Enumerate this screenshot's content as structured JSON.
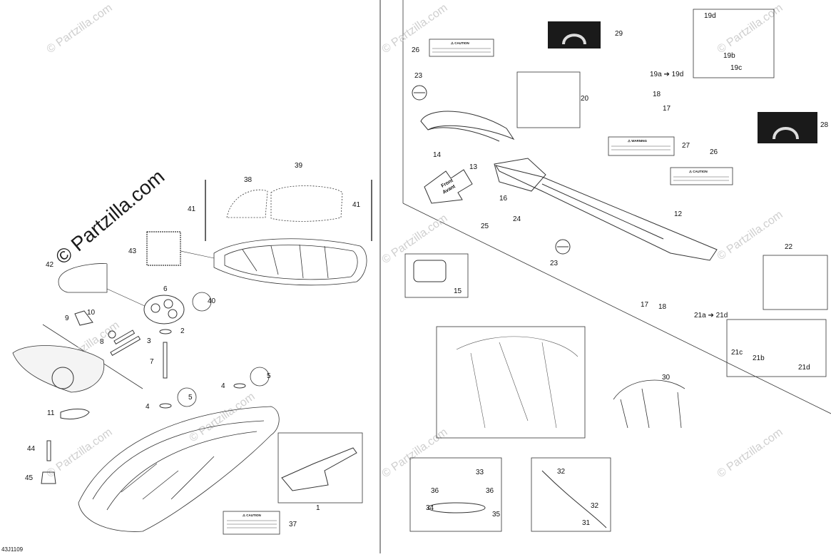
{
  "diagram": {
    "code": "43J1109",
    "watermark_main": "© Partzilla.com",
    "watermark_faint": "© Partzilla.com",
    "callouts": {
      "c1": "1",
      "c2": "2",
      "c3": "3",
      "c4a": "4",
      "c4b": "4",
      "c5a": "5",
      "c5b": "5",
      "c6": "6",
      "c7": "7",
      "c8": "8",
      "c9": "9",
      "c10": "10",
      "c11": "11",
      "c12": "12",
      "c13": "13",
      "c14": "14",
      "c15": "15",
      "c16": "16",
      "c17a": "17",
      "c17b": "17",
      "c18a": "18",
      "c18b": "18",
      "c19d": "19d",
      "c19b": "19b",
      "c19c": "19c",
      "c19range": "19a ➔ 19d",
      "c20": "20",
      "c21range": "21a ➔ 21d",
      "c21c": "21c",
      "c21b": "21b",
      "c21d": "21d",
      "c22": "22",
      "c23a": "23",
      "c23b": "23",
      "c24": "24",
      "c25": "25",
      "c26a": "26",
      "c26b": "26",
      "c27": "27",
      "c28": "28",
      "c29": "29",
      "c30": "30",
      "c31": "31",
      "c32a": "32",
      "c32b": "32",
      "c33": "33",
      "c34": "34",
      "c35": "35",
      "c36a": "36",
      "c36b": "36",
      "c37": "37",
      "c38": "38",
      "c39": "39",
      "c40": "40",
      "c41a": "41",
      "c41b": "41",
      "c42": "42",
      "c43": "43",
      "c44": "44",
      "c45": "45"
    },
    "front_arrow_line1": "Front",
    "front_arrow_line2": "Avant",
    "label_caution": "⚠ CAUTION",
    "label_warning": "⚠ WARNING"
  }
}
